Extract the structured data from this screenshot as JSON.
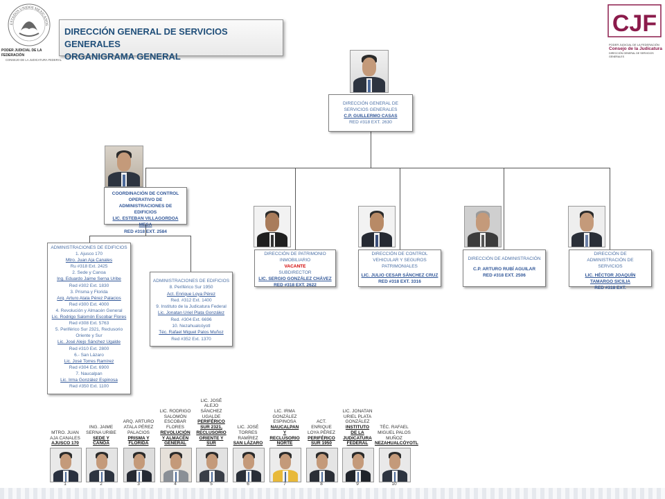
{
  "header": {
    "title_line1": "DIRECCIÓN GENERAL DE SERVICIOS GENERALES",
    "title_line2": "ORGANIGRAMA GENERAL",
    "left_logo_caption_1": "PODER JUDICIAL DE LA FEDERACIÓN",
    "left_logo_caption_2": "CONSEJO DE LA JUDICATURA FEDERAL",
    "left_seal_text": "ESTADOS UNIDOS MEXICANOS",
    "right_logo_letters": "CJF",
    "right_logo_caption_1": "PODER JUDICIAL DE LA FEDERACIÓN",
    "right_logo_caption_2": "Consejo de la Judicatura",
    "right_logo_caption_3": "DIRECCIÓN GENERAL DE SERVICIOS GENERALES"
  },
  "top": {
    "title": "DIRECCIÓN GENERAL DE SERVICIOS GENERALES",
    "name": "C.P. GUILLERMO CASAS",
    "ext": "RED #318 EXT. 2630"
  },
  "coordination": {
    "title": "COORDINACIÓN DE CONTROL OPERATIVO DE ADMINISTRACIONES DE EDIFICIOS",
    "name": "LIC. ESTEBAN VILLAGORDOA MESA",
    "ext": "RED #318 EXT. 2584"
  },
  "directions": [
    {
      "title": "DIRECCIÓN DE PATRIMONIO INMOBILIARIO",
      "vacant": "VACANTE",
      "sub": "SUBDIRECTOR",
      "name": "LIC. SERGIO GONZÁLEZ CHÁVEZ",
      "ext": "RED #318 EXT. 2622"
    },
    {
      "title": "DIRECCIÓN DE CONTROL VEHICULAR Y SEGUROS PATRIMONIALES",
      "name": "LIC. JULIO CESAR SÁNCHEZ CRUZ",
      "ext": "RED #318 EXT. 3316"
    },
    {
      "title": "DIRECCIÓN DE ADMINISTRACIÓN",
      "name": "C.P. ARTURO RUBÍ AGUILAR",
      "ext": "RED #318 EXT. 2506"
    },
    {
      "title": "DIRECCIÓN DE ADMINISTRACIÓN DE SERVICIOS",
      "name": "LIC. HÉCTOR JOAQUÍN TAMARGO SICILIA",
      "ext": "RED #318 EXT."
    }
  ],
  "admin1": {
    "heading": "ADMINISTRACIONES DE EDIFICIOS",
    "lines": [
      {
        "t": "1. Ajusco 170",
        "s": "n"
      },
      {
        "t": "Mtro. Juan Aja Canales",
        "s": "u"
      },
      {
        "t": "Ru #318 Ext. 2425",
        "s": "n"
      },
      {
        "t": "2. Sede y Canoa",
        "s": "n"
      },
      {
        "t": "Ing. Eduardo Jaime Serna Uribe",
        "s": "u"
      },
      {
        "t": "Red #302 Ext. 1830",
        "s": "n"
      },
      {
        "t": "3. Prisma y Florida",
        "s": "n"
      },
      {
        "t": "Arq. Arturo Atala Pérez Palacios",
        "s": "u"
      },
      {
        "t": "Red #300 Ext. 4000",
        "s": "n"
      },
      {
        "t": "4. Revolución y Almacén General",
        "s": "n"
      },
      {
        "t": "Lic. Rodrigo Salomón Escobar Flores",
        "s": "u"
      },
      {
        "t": "Red #308 Ext. 5763",
        "s": "n"
      },
      {
        "t": "5. Periférico Sur 2321, Reclusorio",
        "s": "n"
      },
      {
        "t": "Oriente y Sur",
        "s": "n"
      },
      {
        "t": "Lic. José Alejo Sánchez Ugalde",
        "s": "u"
      },
      {
        "t": "Red #310 Ext. 2800",
        "s": "n"
      },
      {
        "t": "6.- San Lázaro",
        "s": "n"
      },
      {
        "t": "Lic. José Torres Ramírez",
        "s": "u"
      },
      {
        "t": "Red #304 Ext. 6900",
        "s": "n"
      },
      {
        "t": "7. Naucalpan",
        "s": "n"
      },
      {
        "t": "Lic. Irma González Espinosa",
        "s": "u"
      },
      {
        "t": "Red #350 Ext. 1100",
        "s": "n"
      }
    ]
  },
  "admin2": {
    "heading": "ADMINISTRACIONES DE EDIFICIOS",
    "lines": [
      {
        "t": "8. Periférico Sur 1950",
        "s": "n"
      },
      {
        "t": "Act. Enrique Loya Pérez",
        "s": "u"
      },
      {
        "t": "Red. #312 Ext. 1400",
        "s": "n"
      },
      {
        "t": "9. Instituto de la Judicatura Federal",
        "s": "n"
      },
      {
        "t": "Lic. Jonatan Uriel Plata González",
        "s": "u"
      },
      {
        "t": "Red. #304 Ext. 6696",
        "s": "n"
      },
      {
        "t": "10. Nezahualcóyotl",
        "s": "n"
      },
      {
        "t": "Téc. Rafael Miguel Palos Muñoz",
        "s": "u"
      },
      {
        "t": "Red #352 Ext. 1370",
        "s": "n"
      }
    ]
  },
  "bottom": [
    {
      "num": "1",
      "name": [
        "MTRO. JUAN",
        "AJA CANALES"
      ],
      "label": [
        "AJUSCO 170"
      ]
    },
    {
      "num": "2",
      "name": [
        "ING. JAIME",
        "SERNA URIBE"
      ],
      "label": [
        "SEDE Y",
        "CANOA"
      ]
    },
    {
      "num": "3",
      "name": [
        "ARQ. ARTURO",
        "ATALA PÉREZ",
        "PALACIOS"
      ],
      "label": [
        "PRISMA Y",
        "FLORIDA"
      ]
    },
    {
      "num": "4",
      "name": [
        "LIC. RODRIGO",
        "SALOMÓN",
        "ESCOBAR",
        "FLORES"
      ],
      "label": [
        "REVOLUCIÓN",
        "Y ALMACÉN",
        "GENERAL"
      ]
    },
    {
      "num": "5",
      "name": [
        "LIC. JOSÉ",
        "ALEJO",
        "SÁNCHEZ",
        "UGALDE"
      ],
      "label": [
        "PERIFÉRICO",
        "SUR 2321,",
        "RECLUSORIO",
        "ORIENTE Y",
        "SUR"
      ]
    },
    {
      "num": "6",
      "name": [
        "LIC. JOSÉ",
        "TORRES",
        "RAMÍREZ"
      ],
      "label": [
        "SAN LÁZARO"
      ]
    },
    {
      "num": "7",
      "name": [
        "LIC. IRMA",
        "GONZÁLEZ",
        "ESPINOSA"
      ],
      "label": [
        "NAUCALPAN",
        "Y",
        "RECLUSORIO",
        "NORTE"
      ]
    },
    {
      "num": "8",
      "name": [
        "ACT.",
        "ENRIQUE",
        "LOYA PÉREZ"
      ],
      "label": [
        "PERIFÉRICO",
        "SUR 1950"
      ]
    },
    {
      "num": "9",
      "name": [
        "LIC. JONATAN",
        "URIEL PLATA",
        "GONZÁLEZ"
      ],
      "label": [
        "INSTITUTO",
        "DE LA",
        "JUDICATURA",
        "FEDERAL"
      ]
    },
    {
      "num": "10",
      "name": [
        "TÉC. RAFAEL",
        "MIGUEL PALOS",
        "MUÑOZ"
      ],
      "label": [
        "NEZAHUALCÓYOTL"
      ]
    }
  ]
}
